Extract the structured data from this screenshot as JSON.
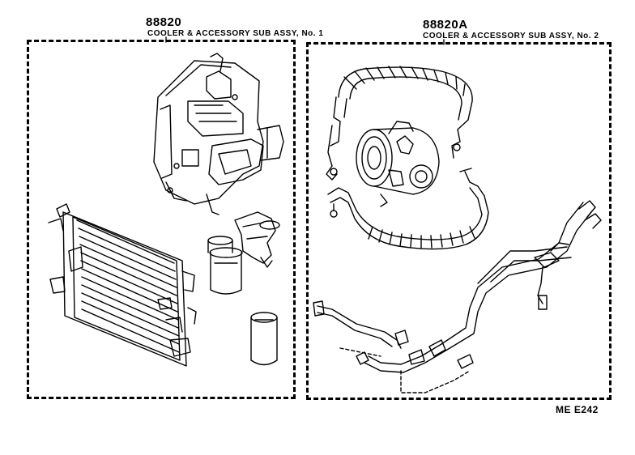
{
  "assemblies": [
    {
      "part_number": "88820",
      "description": "COOLER & ACCESSORY SUB ASSY, No. 1"
    },
    {
      "part_number": "88820A",
      "description": "COOLER & ACCESSORY SUB ASSY, No. 2"
    }
  ],
  "reference_code": "ME E242"
}
